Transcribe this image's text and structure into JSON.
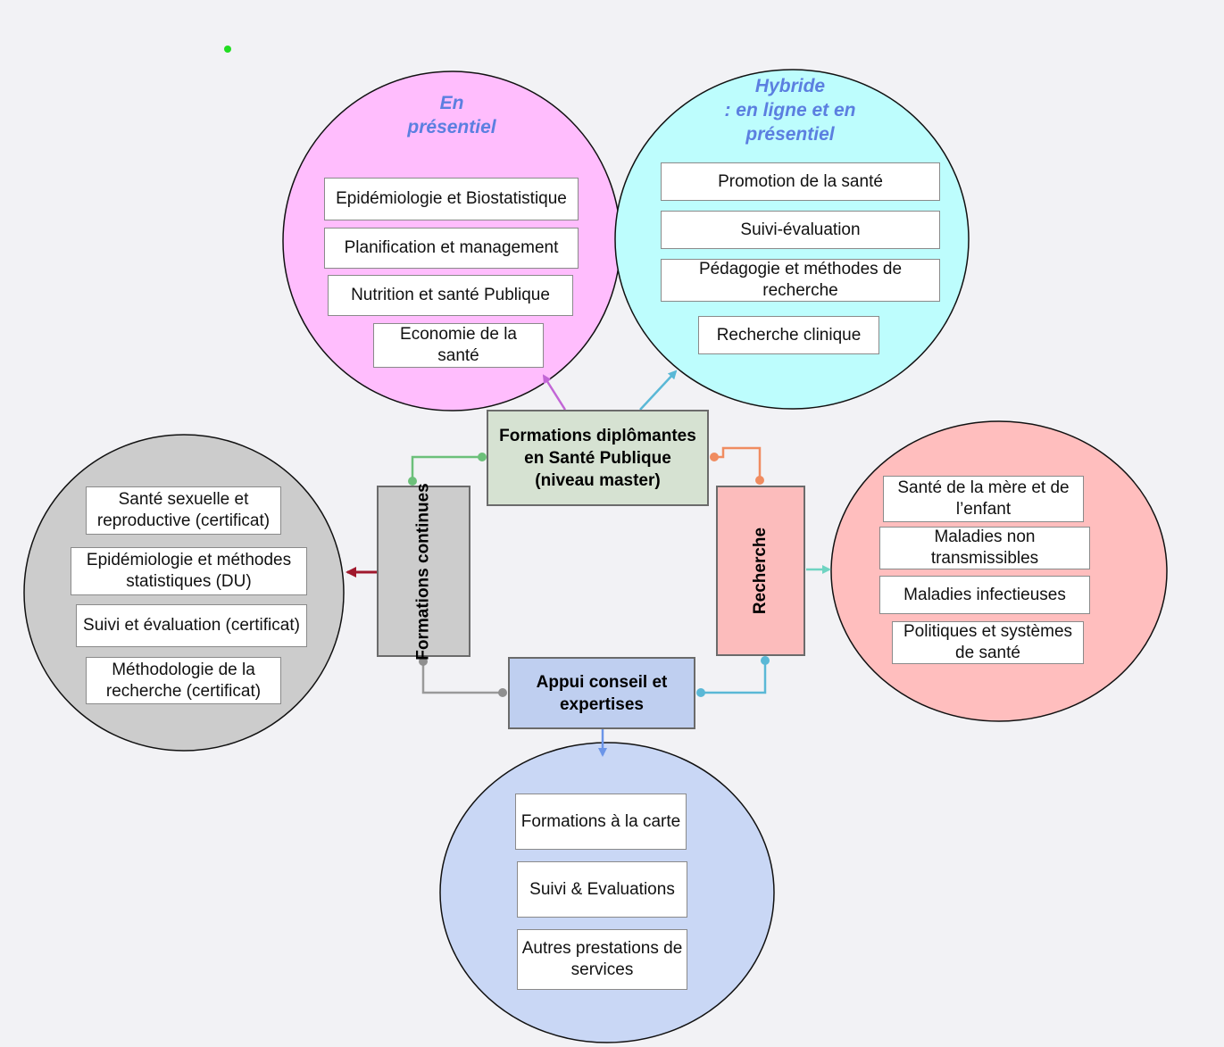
{
  "colors": {
    "presentiel_circle": "#ffbdfd",
    "hybride_circle": "#bdfdfd",
    "continues_circle": "#cccccc",
    "recherche_circle": "#ffbebe",
    "appui_circle": "#c9d7f5",
    "master_hub": "#d6e2d2",
    "continues_hub": "#cccccc",
    "recherche_hub": "#fcbcbc",
    "appui_hub": "#bfcff0",
    "title_accent": "#5b7fe0"
  },
  "master": {
    "label": "Formations diplômantes\nen Santé Publique\n(niveau master)"
  },
  "continues": {
    "label": "Formations\ncontinues",
    "items": [
      "Santé sexuelle et reproductive (certificat)",
      "Epidémiologie et méthodes statistiques (DU)",
      "Suivi et évaluation (certificat)",
      "Méthodologie de la recherche  (certificat)"
    ]
  },
  "recherche": {
    "label": "Recherche",
    "items": [
      "Santé de la mère et de l’enfant",
      "Maladies non transmissibles",
      "Maladies infectieuses",
      "Politiques et systèmes de santé"
    ]
  },
  "appui": {
    "label": "Appui conseil et\nexpertises",
    "items": [
      "Formations à la carte",
      "Suivi & Evaluations",
      "Autres prestations de services"
    ]
  },
  "presentiel": {
    "title": "En\nprésentiel",
    "items": [
      "Epidémiologie et Biostatistique",
      "Planification et management",
      "Nutrition et santé Publique",
      "Economie de la santé"
    ]
  },
  "hybride": {
    "title": "Hybride\n: en ligne et en\nprésentiel",
    "items": [
      "Promotion de la santé",
      "Suivi-évaluation",
      "Pédagogie et méthodes de recherche",
      "Recherche clinique"
    ]
  }
}
